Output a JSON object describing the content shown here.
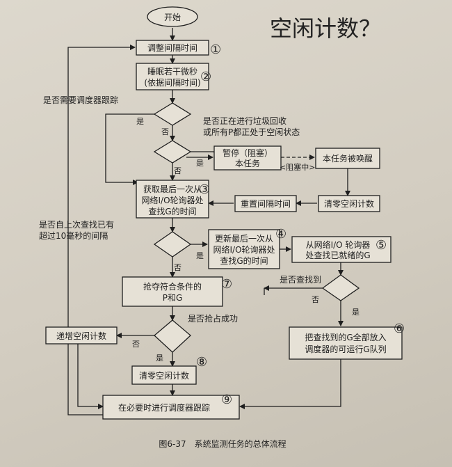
{
  "handwritten_note": "空闲计数？",
  "caption": "图6-37　系统监测任务的总体流程",
  "start": "开始",
  "boxes": {
    "adjust_interval": "调整间隔时间",
    "sleep": [
      "睡眠若干微秒",
      "(依据间隔时间)"
    ],
    "pause": [
      "暂停（阻塞）",
      "本任务"
    ],
    "woken": "本任务被唤醒",
    "get_last_poll": [
      "获取最后一次从",
      "网络I/O轮询器处",
      "查找G的时间"
    ],
    "reset_interval": "重置间隔时间",
    "clear_idle_1": "清零空闲计数",
    "update_last_poll": [
      "更新最后一次从",
      "网络I/O轮询器处",
      "查找G的时间"
    ],
    "find_ready": [
      "从网络I/O 轮询器",
      "处查找已就绪的G"
    ],
    "preempt": [
      "抢夺符合条件的",
      "P和G"
    ],
    "increase_idle": "递增空闲计数",
    "put_all": [
      "把查找到的G全部放入",
      "调度器的可运行G队列"
    ],
    "clear_idle_2": "清零空闲计数",
    "trace": "在必要时进行调度器跟踪"
  },
  "conditions": {
    "need_trace": "是否需要调度器跟踪",
    "gc_or_idle": [
      "是否正在进行垃圾回收",
      "或所有P都正处于空闲状态"
    ],
    "over_10ms": [
      "是否自上次查找已有",
      "超过10毫秒的间隔"
    ],
    "found": "是否查找到",
    "preempt_ok": "是否抢占成功"
  },
  "labels": {
    "yes": "是",
    "no": "否",
    "blocking": "<阻塞中>"
  },
  "annotations": [
    "①",
    "②",
    "③",
    "④",
    "⑤",
    "⑥",
    "⑦",
    "⑧",
    "⑨"
  ]
}
